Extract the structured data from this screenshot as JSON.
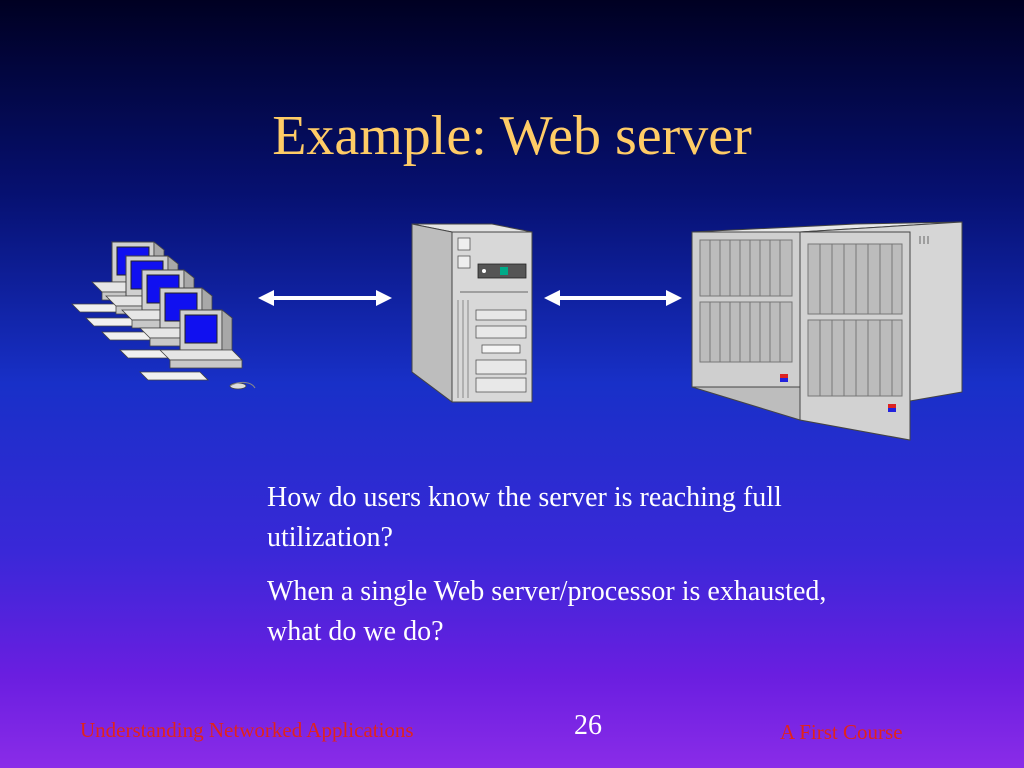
{
  "slide": {
    "title": "Example: Web server",
    "bullets": [
      "How do users know the server is reaching full utilization?",
      "When a single Web server/processor is exhausted, what do we do?"
    ]
  },
  "footer": {
    "left": "Understanding Networked Applications",
    "page_number": "26",
    "right": "A First Course"
  },
  "illustration": {
    "items": [
      "client-computers-icon",
      "double-arrow-icon",
      "web-server-tower-icon",
      "double-arrow-icon",
      "storage-cabinet-icon"
    ]
  },
  "colors": {
    "title": "#FFCC66",
    "footer": "#E0241C",
    "body_text": "#FFFFFF"
  }
}
